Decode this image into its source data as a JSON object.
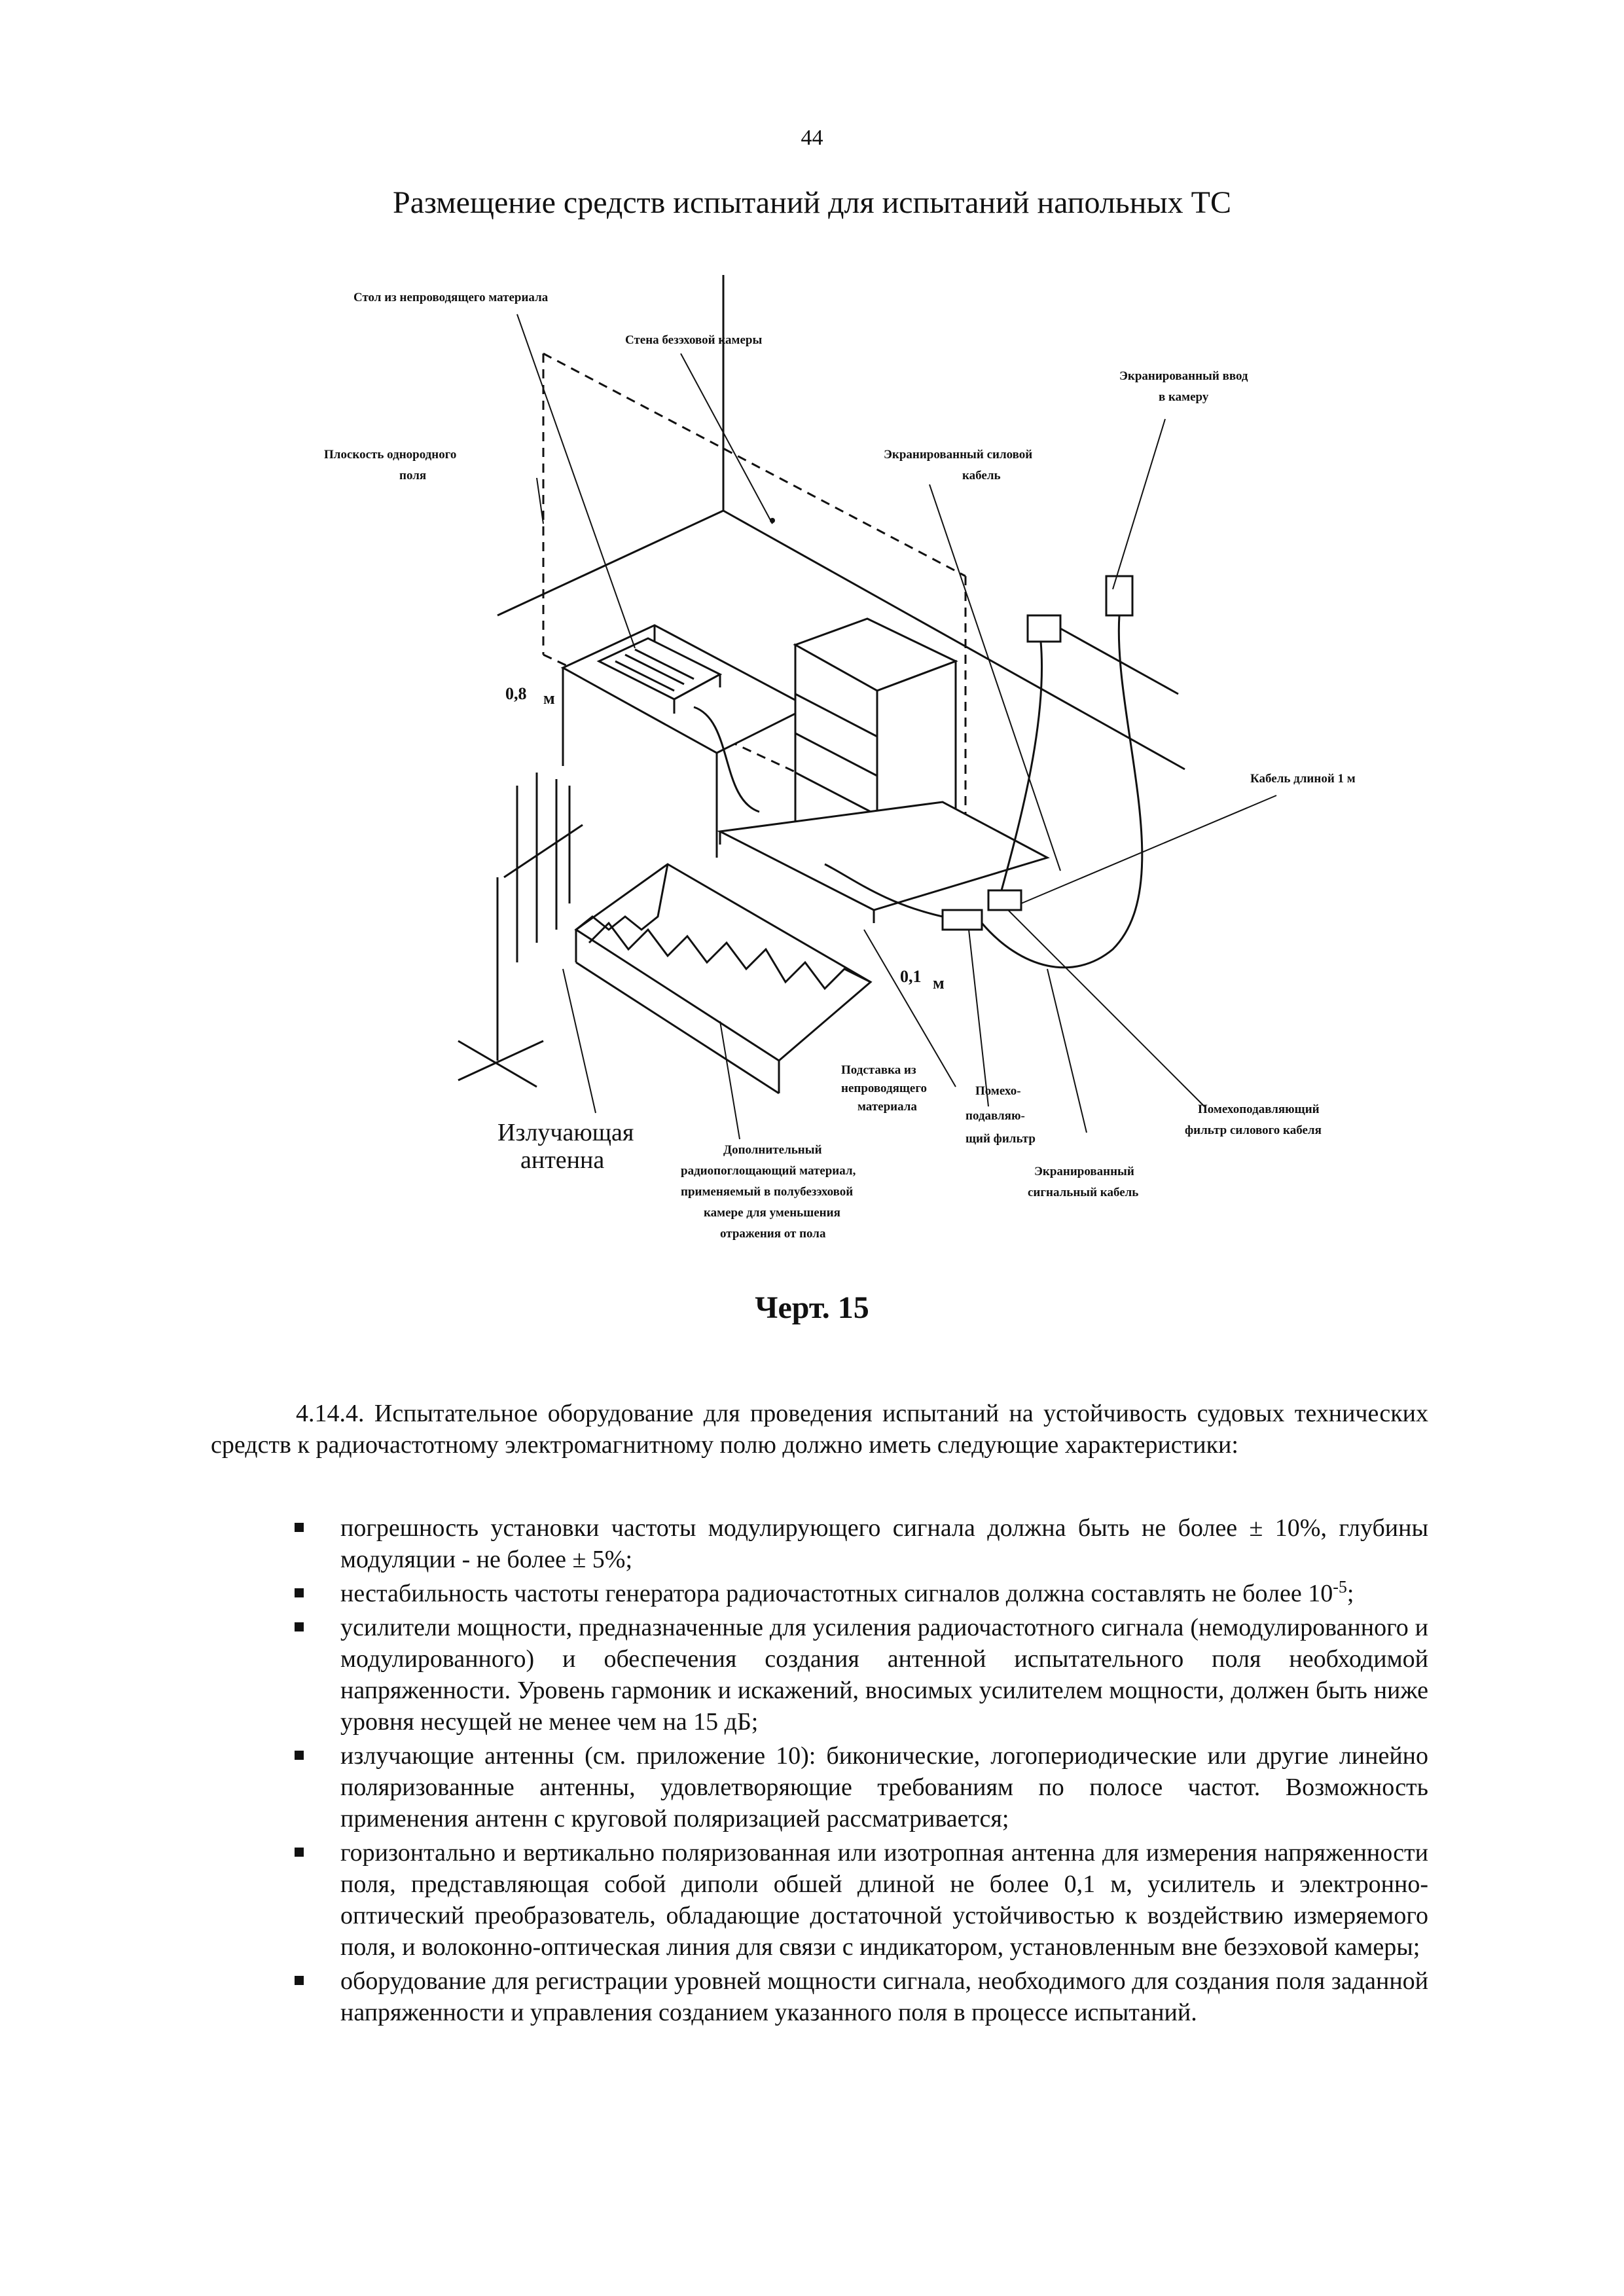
{
  "page": {
    "number": "44",
    "title": "Размещение средств испытаний для испытаний напольных ТС"
  },
  "figure": {
    "labels": {
      "table": "Стол из непроводящего материала",
      "wall": "Стена безэховой камеры",
      "shielded_entry_1": "Экранированный ввод",
      "shielded_entry_2": "в камеру",
      "field_plane_1": "Плоскость однородного",
      "field_plane_2": "поля",
      "power_cable_1": "Экранированный силовой",
      "power_cable_2": "кабель",
      "height_08": "0,8",
      "unit_m": "м",
      "cable_1m": "Кабель длиной 1 м",
      "height_01": "0,1",
      "stand_1": "Подставка из",
      "stand_2": "непроводящего",
      "stand_3": "материала",
      "filter_1": "Помехо-",
      "filter_2": "подавляю-",
      "filter_3": "щий фильтр",
      "power_filter_1": "Помехоподавляющий",
      "power_filter_2": "фильтр силового кабеля",
      "antenna_1": "Излучающая",
      "antenna_2": "антенна",
      "absorber_1": "Дополнительный",
      "absorber_2": "радиопоглощающий материал,",
      "absorber_3": "применяемый в полубезэховой",
      "absorber_4": "камере для уменьшения",
      "absorber_5": "отражения от пола",
      "signal_cable_1": "Экранированный",
      "signal_cable_2": "сигнальный кабель"
    },
    "caption": "Черт. 15"
  },
  "section": {
    "intro": "4.14.4. Испытательное оборудование для проведения испытаний на устойчивость судовых технических средств к радиочастотному электромагнитному полю должно иметь следующие характеристики:",
    "items": [
      "погрешность установки частоты модулирующего сигнала должна быть не более ± 10%, глубины модуляции - не более ± 5%;",
      "нестабильность частоты генератора радиочастотных сигналов должна составлять не более 10",
      "усилители мощности, предназначенные для усиления радиочастотного сигнала (немодулированного и модулированного) и обеспечения создания антенной испытательного поля необходимой напряженности. Уровень гармоник и искажений, вносимых усилителем мощности, должен быть ниже уровня несущей не менее чем на 15 дБ;",
      "излучающие антенны (см. приложение 10): биконические, логопериодические или другие линейно поляризованные антенны, удовлетворяющие требованиям по полосе частот. Возможность применения антенн с круговой поляризацией рассматривается;",
      "горизонтально и вертикально поляризованная или изотропная антенна для измерения напряженности поля, представляющая собой диполи обшей длиной не более 0,1 м, усилитель и электронно-оптический преобразователь, обладающие достаточной устойчивостью к воздействию измеряемого поля, и волоконно-оптическая линия для связи с индикатором, установленным вне безэховой камеры;",
      "оборудование для регистрации уровней мощности сигнала, необходимого для создания поля заданной напряженности и управления созданием указанного поля в процессе испытаний."
    ],
    "item2_superscript": "-5",
    "item2_tail": ";"
  }
}
